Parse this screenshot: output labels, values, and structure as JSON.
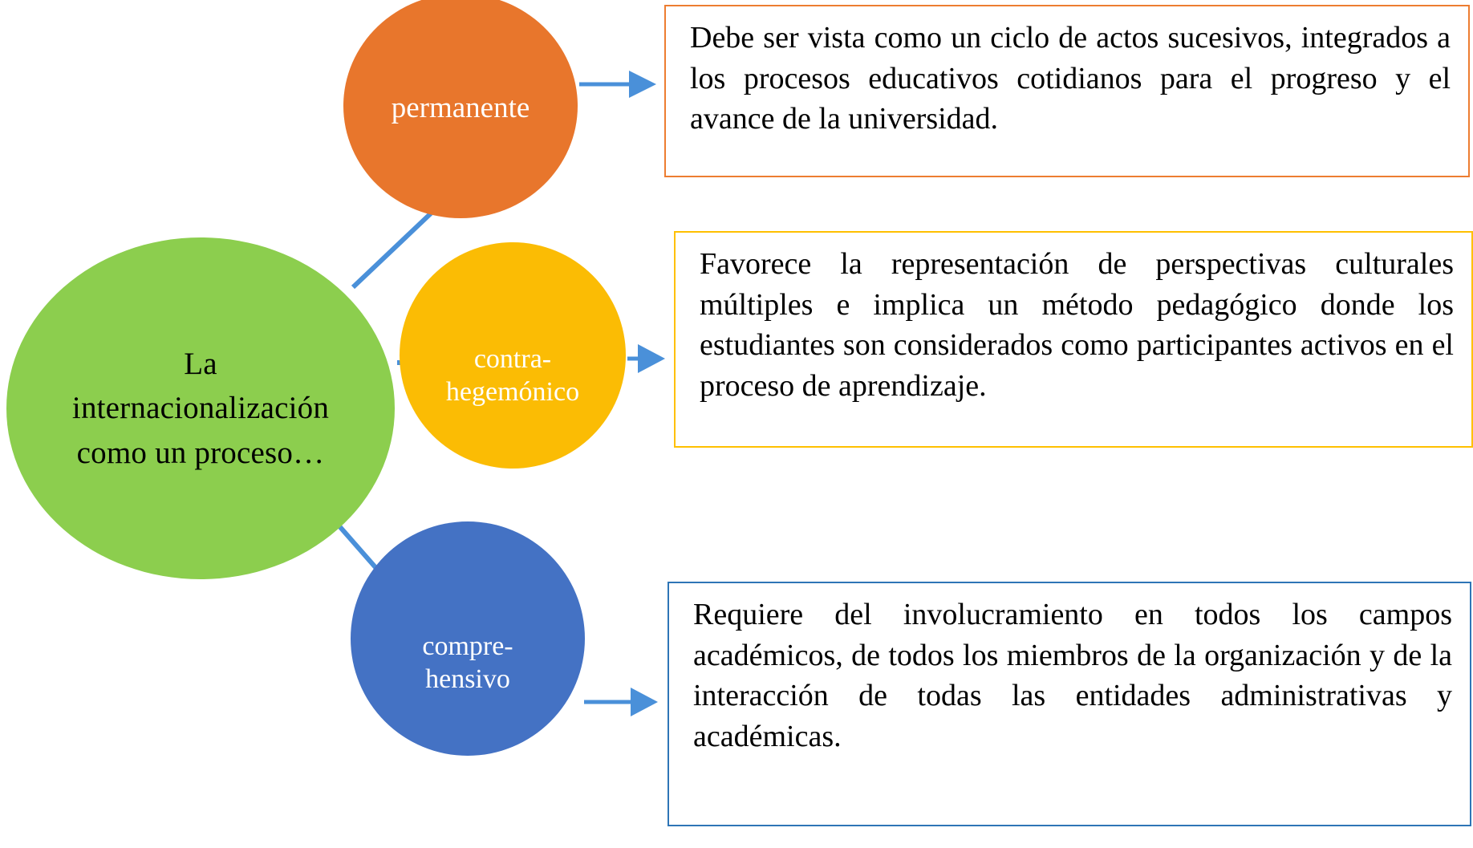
{
  "diagram": {
    "title_node": {
      "id": "core",
      "label": "La\ninternacionalización\ncomo un proceso…",
      "color": "#8CCE4E",
      "text_color": "#000000"
    },
    "nodes": [
      {
        "id": "permanente",
        "label": "permanente",
        "color": "#E8762C",
        "text_color": "#FFFFFF"
      },
      {
        "id": "contra-hegemonico",
        "label": "contra-\nhegemónico",
        "color": "#FBBC04",
        "text_color": "#FFFFFF"
      },
      {
        "id": "comprehensivo",
        "label": "compre-\nhensivo",
        "color": "#4472C4",
        "text_color": "#FFFFFF"
      }
    ],
    "descriptions": [
      {
        "id": "desc-permanente",
        "border_color": "#ED7D31",
        "text": "Debe ser vista como un ciclo de actos sucesivos, integrados a los procesos educativos cotidianos para el progreso y el avance de la universidad."
      },
      {
        "id": "desc-contra-hegemonico",
        "border_color": "#FFC000",
        "text": "Favorece la representación de perspectivas culturales múltiples e implica un método pedagógico donde los estudiantes son considerados como participantes activos en el proceso de aprendizaje."
      },
      {
        "id": "desc-comprehensivo",
        "border_color": "#2E75B6",
        "text": "Requiere del involucramiento en todos los campos académicos, de todos los miembros de la organización y de la interacción de todas las entidades administrativas y académicas."
      }
    ],
    "connectors": {
      "line_color": "#4A90D9",
      "arrow_color": "#4A90D9"
    }
  }
}
